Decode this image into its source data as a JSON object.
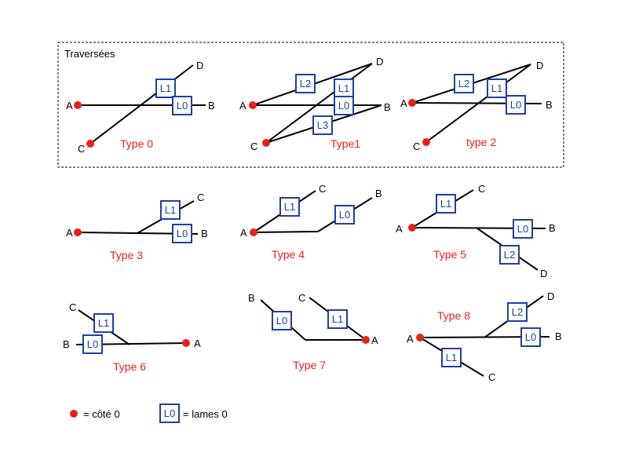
{
  "title": "Traversées",
  "legend": {
    "cote": "= côté 0",
    "lames": "= lames 0",
    "box": "L0"
  },
  "colors": {
    "line": "#000000",
    "dot": "#e8201a",
    "box": "#1f3fa8",
    "type": "#e8201a",
    "frame": "#000000"
  },
  "diagrams": [
    {
      "key": "type0",
      "label": "Type 0",
      "labels": [
        "A",
        "B",
        "C",
        "D",
        "L1",
        "L0"
      ]
    },
    {
      "key": "type1",
      "label": "Type1",
      "labels": [
        "A",
        "B",
        "C",
        "D",
        "L2",
        "L1",
        "L0",
        "L3"
      ]
    },
    {
      "key": "type2",
      "label": "type 2",
      "labels": [
        "A",
        "B",
        "C",
        "D",
        "L2",
        "L1",
        "L0"
      ]
    },
    {
      "key": "type3",
      "label": "Type 3",
      "labels": [
        "A",
        "B",
        "C",
        "L1",
        "L0"
      ]
    },
    {
      "key": "type4",
      "label": "Type 4",
      "labels": [
        "A",
        "B",
        "C",
        "L1",
        "L0"
      ]
    },
    {
      "key": "type5",
      "label": "Type 5",
      "labels": [
        "A",
        "B",
        "C",
        "D",
        "L1",
        "L0",
        "L2"
      ]
    },
    {
      "key": "type6",
      "label": "Type 6",
      "labels": [
        "A",
        "B",
        "C",
        "L1",
        "L0"
      ]
    },
    {
      "key": "type7",
      "label": "Type 7",
      "labels": [
        "A",
        "B",
        "C",
        "L0",
        "L1"
      ]
    },
    {
      "key": "type8",
      "label": "Type 8",
      "labels": [
        "A",
        "B",
        "C",
        "D",
        "L2",
        "L0",
        "L1"
      ]
    }
  ]
}
